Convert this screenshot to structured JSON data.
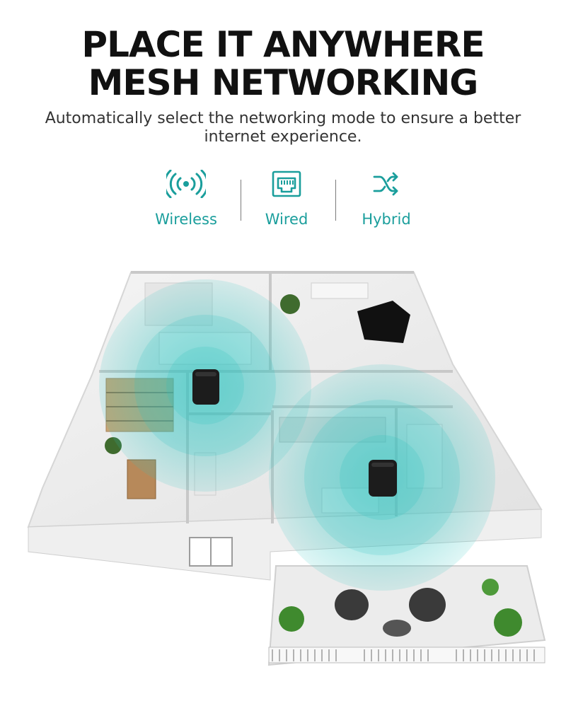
{
  "headline": {
    "line1": "PLACE IT ANYWHERE",
    "line2": "MESH NETWORKING"
  },
  "subtitle": {
    "line1": "Automatically select the networking mode to ensure a better",
    "line2": "internet experience."
  },
  "modes": [
    {
      "label": "Wireless",
      "icon": "wireless-signal-icon"
    },
    {
      "label": "Wired",
      "icon": "ethernet-port-icon"
    },
    {
      "label": "Hybrid",
      "icon": "shuffle-icon"
    }
  ],
  "colors": {
    "accent": "#1a9e9c",
    "signal": "#2fc4c0",
    "headline": "#111111",
    "device": "#1c1c1c"
  }
}
